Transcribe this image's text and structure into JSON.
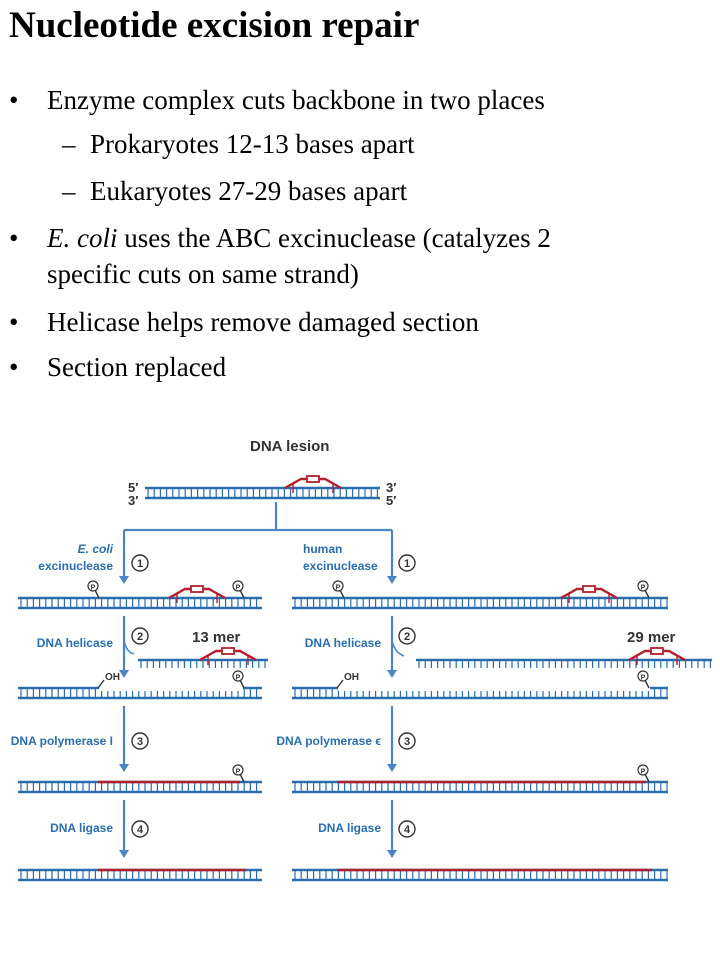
{
  "slide": {
    "title": "Nucleotide excision repair",
    "bullets": [
      {
        "text": "Enzyme complex cuts backbone in two places",
        "sub": [
          "Prokaryotes 12-13 bases apart",
          "Eukaryotes 27-29 bases apart"
        ]
      },
      {
        "italic": "E. coli",
        "text": " uses the ABC excinuclease (catalyzes 2",
        "cont": "specific cuts on same strand)"
      },
      {
        "text": "Helicase helps remove damaged section"
      },
      {
        "text": "Section replaced"
      }
    ],
    "bullet_char": "•",
    "dash_char": "–"
  },
  "diagram": {
    "lesion_label": "DNA lesion",
    "end_5": "5′",
    "end_3": "3′",
    "left": {
      "enzyme_italic": "E. coli",
      "enzyme_line2": "excinuclease",
      "helicase": "DNA helicase",
      "fragment": "13 mer",
      "polymerase": "DNA polymerase I",
      "ligase": "DNA ligase"
    },
    "right": {
      "enzyme_line1": "human",
      "enzyme_line2": "excinuclease",
      "helicase": "DNA helicase",
      "fragment": "29 mer",
      "polymerase": "DNA polymerase ϵ",
      "ligase": "DNA ligase"
    },
    "steps": [
      "1",
      "2",
      "3",
      "4"
    ],
    "phosphate": "P",
    "hydroxyl": "OH",
    "colors": {
      "dna": "#2a6ead",
      "damage": "#b21f2d",
      "arrow": "#4a86c5",
      "label": "#2a6ead"
    }
  }
}
